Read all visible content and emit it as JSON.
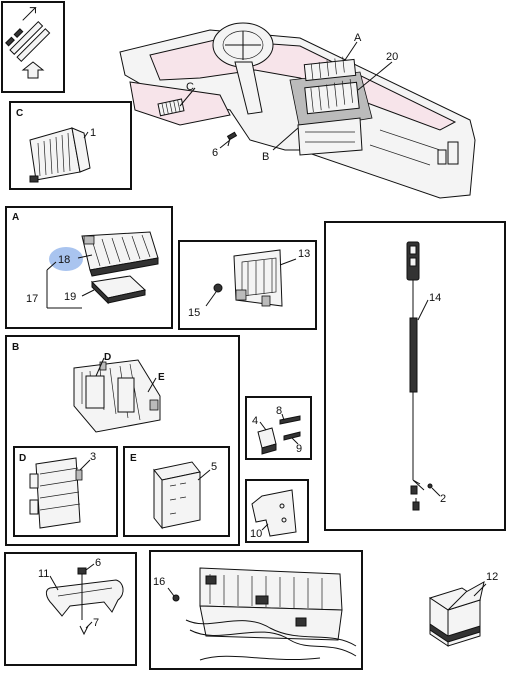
{
  "panels": {
    "c": "C",
    "a": "A",
    "b": "B",
    "d": "D",
    "e": "E"
  },
  "callouts": {
    "dash_a": "A",
    "dash_20": "20",
    "dash_c": "C",
    "dash_6": "6",
    "dash_b": "B",
    "c_1": "1",
    "a_18": "18",
    "a_17": "17",
    "a_19": "19",
    "p13_13": "13",
    "p13_15": "15",
    "p14_14": "14",
    "p14_2": "2",
    "b_d": "D",
    "b_e": "E",
    "d_3": "3",
    "e_5": "5",
    "p4_4": "4",
    "p4_8": "8",
    "p4_9": "9",
    "p10_10": "10",
    "p11_11": "11",
    "p11_6": "6",
    "p11_7": "7",
    "p16_16": "16",
    "p12_12": "12"
  },
  "highlight_color": "#a9c4ef"
}
